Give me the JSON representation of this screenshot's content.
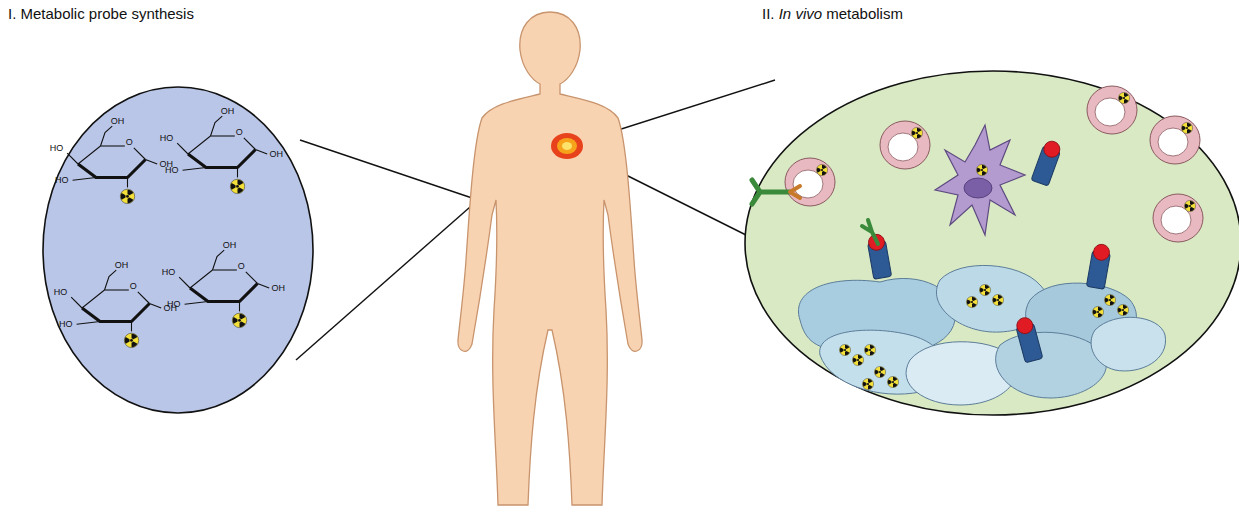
{
  "diagram": {
    "labels": [
      "I. Metabolic probe synthesis",
      "II. In vivo metabolism",
      "OH",
      "HO",
      "HO",
      "O",
      "OH",
      "OH",
      "HO",
      "HO",
      "O",
      "OH",
      "OH",
      "HO",
      "HO",
      "O",
      "OH",
      "OH",
      "HO",
      "HO",
      "O",
      "OH"
    ]
  }
}
